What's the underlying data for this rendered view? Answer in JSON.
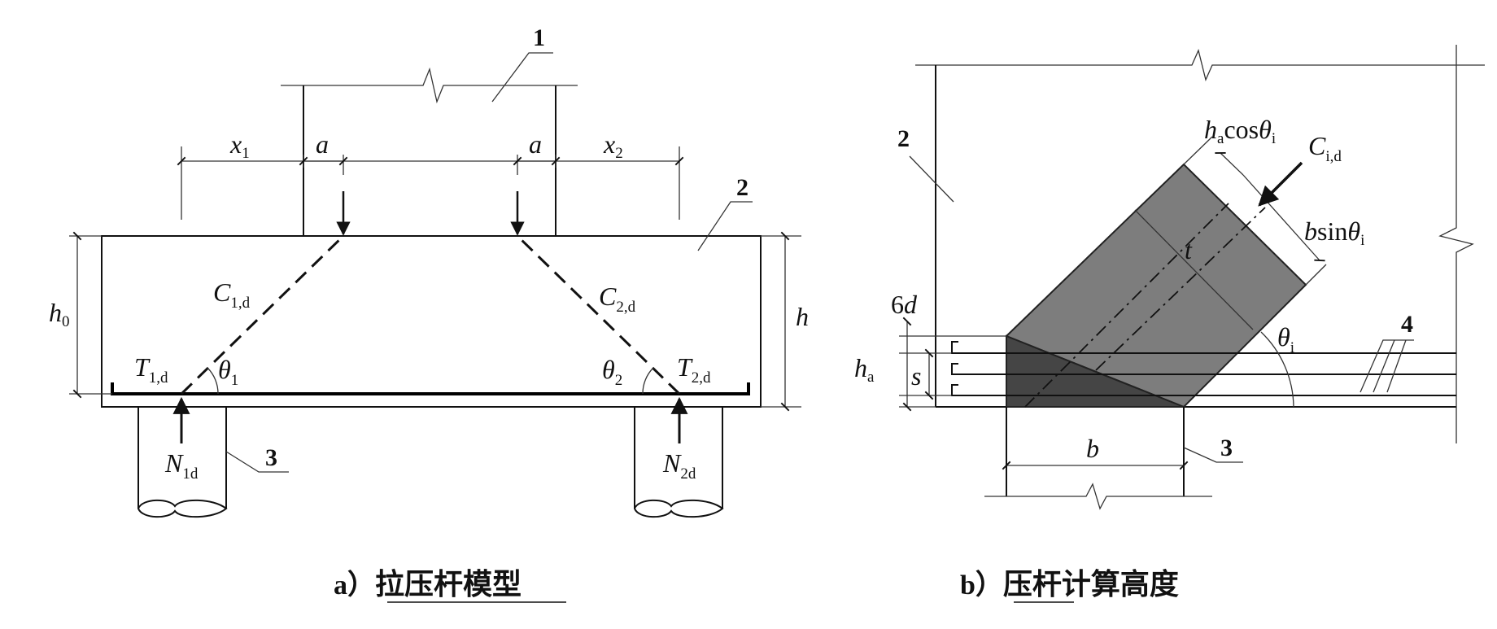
{
  "left_figure": {
    "caption_prefix": "a）",
    "caption_text": "拉压杆模型",
    "callouts": {
      "column": "1",
      "pile_cap": "2",
      "pile": "3"
    },
    "dims": {
      "x1": "x",
      "x1_sub": "1",
      "a_left": "a",
      "a_right": "a",
      "x2": "x",
      "x2_sub": "2",
      "h0": "h",
      "h0_sub": "0",
      "h": "h"
    },
    "forces": {
      "C1": "C",
      "C1_sub": "1,d",
      "C2": "C",
      "C2_sub": "2,d",
      "T1": "T",
      "T1_sub": "1,d",
      "T2": "T",
      "T2_sub": "2,d",
      "theta1": "θ",
      "theta1_sub": "1",
      "theta2": "θ",
      "theta2_sub": "2",
      "N1": "N",
      "N1_sub": "1d",
      "N2": "N",
      "N2_sub": "2d"
    }
  },
  "right_figure": {
    "caption_prefix": "b）",
    "caption_text": "压杆计算高度",
    "callouts": {
      "pile_cap": "2",
      "pile": "3",
      "rebar": "4"
    },
    "labels": {
      "ha_cos": "h",
      "ha_cos_sub": "a",
      "ha_cos_rest": "cos",
      "ha_cos_theta": "θ",
      "ha_cos_theta_sub": "i",
      "Ci": "C",
      "Ci_sub": "i,d",
      "bsin": "b",
      "bsin_rest": "sin",
      "bsin_theta": "θ",
      "bsin_theta_sub": "i",
      "t": "t",
      "thetai": "θ",
      "thetai_sub": "i",
      "six_d": "6",
      "six_d_var": "d",
      "ha": "h",
      "ha_sub": "a",
      "s": "s",
      "b": "b"
    }
  },
  "colors": {
    "strut_light": "#7d7d7d",
    "strut_dark": "#454545",
    "line": "#111111"
  }
}
